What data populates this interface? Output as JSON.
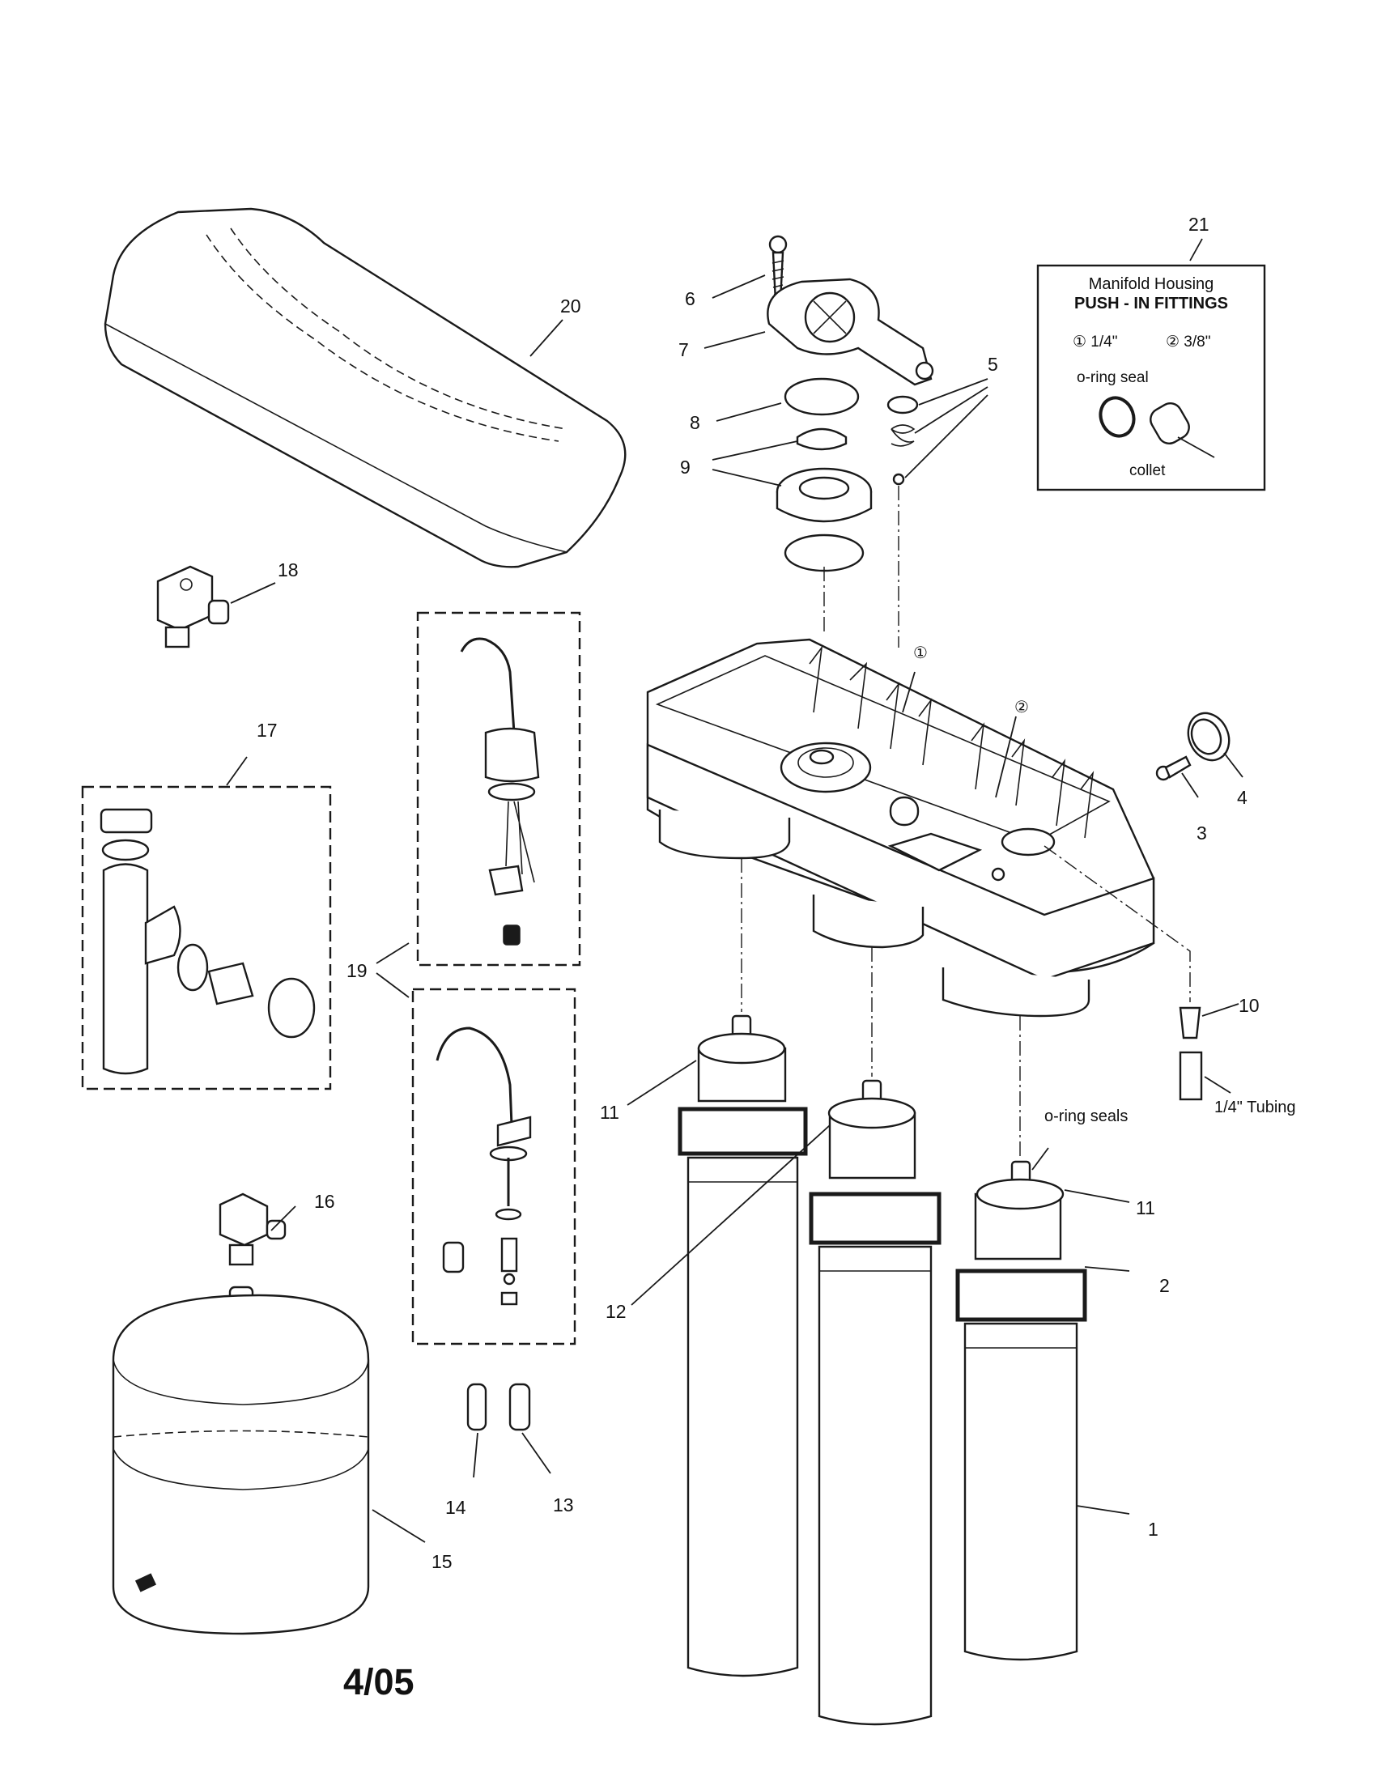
{
  "callouts": [
    {
      "id": "20",
      "text": "20"
    },
    {
      "id": "21",
      "text": "21"
    },
    {
      "id": "6",
      "text": "6"
    },
    {
      "id": "7",
      "text": "7"
    },
    {
      "id": "5",
      "text": "5"
    },
    {
      "id": "8",
      "text": "8"
    },
    {
      "id": "9",
      "text": "9"
    },
    {
      "id": "18",
      "text": "18"
    },
    {
      "id": "17",
      "text": "17"
    },
    {
      "id": "4",
      "text": "4"
    },
    {
      "id": "3",
      "text": "3"
    },
    {
      "id": "19",
      "text": "19"
    },
    {
      "id": "10",
      "text": "10"
    },
    {
      "id": "11a",
      "text": "11"
    },
    {
      "id": "11b",
      "text": "11"
    },
    {
      "id": "12",
      "text": "12"
    },
    {
      "id": "16",
      "text": "16"
    },
    {
      "id": "2",
      "text": "2"
    },
    {
      "id": "14",
      "text": "14"
    },
    {
      "id": "13",
      "text": "13"
    },
    {
      "id": "15",
      "text": "15"
    },
    {
      "id": "1",
      "text": "1"
    }
  ],
  "manifold_box": {
    "title": "Manifold Housing",
    "subtitle": "PUSH - IN FITTINGS",
    "fitting1": "① 1/4\"",
    "fitting2": "② 3/8\"",
    "oring_label": "o-ring seal",
    "collet_label": "collet"
  },
  "markers": {
    "m1": "①",
    "m2": "②"
  },
  "labels": {
    "tubing": "1/4\" Tubing",
    "oring_seals": "o-ring seals"
  },
  "footer": {
    "date": "4/05"
  }
}
